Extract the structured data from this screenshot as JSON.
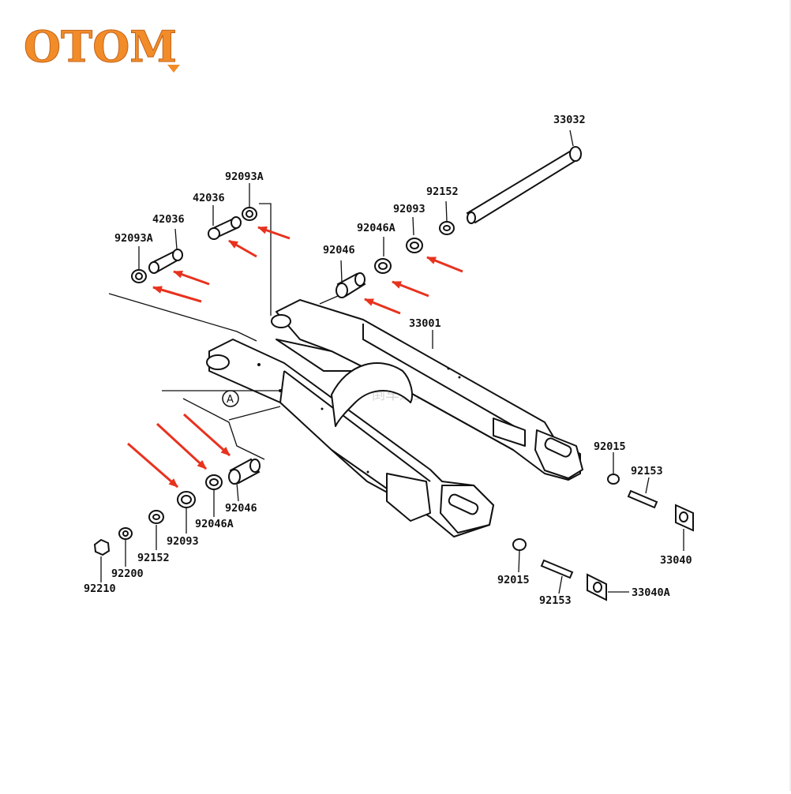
{
  "brand": {
    "logo_text": "OTOM",
    "color": "#f28c28"
  },
  "watermark": "倒车返野",
  "callout_letter": "A",
  "colors": {
    "arrow": "#e8321e",
    "line": "#111111"
  },
  "parts": {
    "axle": "33032",
    "swingarm": "33001",
    "seal_a_upper_left": "92093A",
    "seal_a_upper_right": "92093A",
    "collar_upper_right": "42036",
    "collar_upper_left": "42036",
    "spacer_upper": "92046A",
    "bearing_upper": "92046",
    "seal_upper": "92093",
    "washer_upper": "92152",
    "bearing_lower": "92046",
    "spacer_lower": "92046A",
    "seal_lower": "92093",
    "washer_lower": "92152",
    "washer_plain": "92200",
    "nut_lower": "92210",
    "nut_right": "92015",
    "bolt_right": "92153",
    "adjuster_right": "33040",
    "nut_bottom": "92015",
    "bolt_bottom": "92153",
    "adjuster_left": "33040A"
  }
}
